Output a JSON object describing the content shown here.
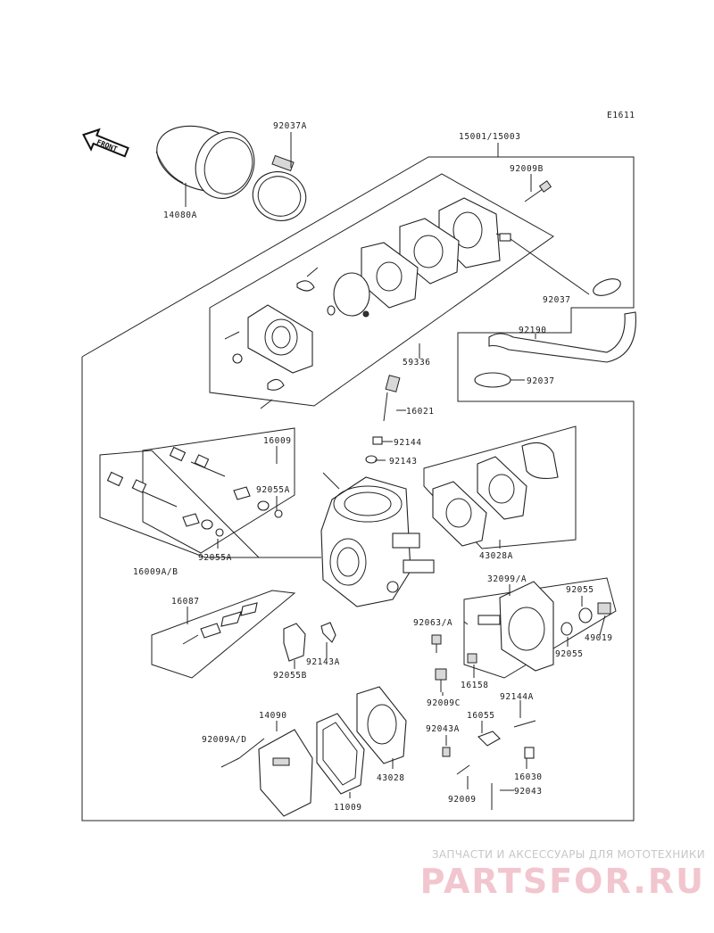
{
  "diagram_code": "E1611",
  "front_label": "FRONT",
  "parts": {
    "p14080A": "14080A",
    "p92037A": "92037A",
    "p15001": "15001/15003",
    "p92009B": "92009B",
    "p92037a": "92037",
    "p92190": "92190",
    "p92037b": "92037",
    "p59336": "59336",
    "p16021": "16021",
    "p92144": "92144",
    "p92143": "92143",
    "p16009": "16009",
    "p92055A_top": "92055A",
    "p43028A": "43028A",
    "p16009AB": "16009A/B",
    "p92055A_bot": "92055A",
    "p16087": "16087",
    "p32099": "32099/A",
    "p92055_top": "92055",
    "p49019": "49019",
    "p92055_bot": "92055",
    "p92063A": "92063/A",
    "p16158": "16158",
    "p92009C": "92009C",
    "p92055B": "92055B",
    "p92143A": "92143A",
    "p14090": "14090",
    "p92144A": "92144A",
    "p16055": "16055",
    "p92043A": "92043A",
    "p92009AD": "92009A/D",
    "p43028": "43028",
    "p11009": "11009",
    "p16030": "16030",
    "p92009": "92009",
    "p92043": "92043"
  },
  "watermark": {
    "subtitle": "ЗАПЧАСТИ И АКСЕССУАРЫ ДЛЯ МОТОТЕХНИКИ",
    "brand": "PARTSFOR.RU"
  }
}
